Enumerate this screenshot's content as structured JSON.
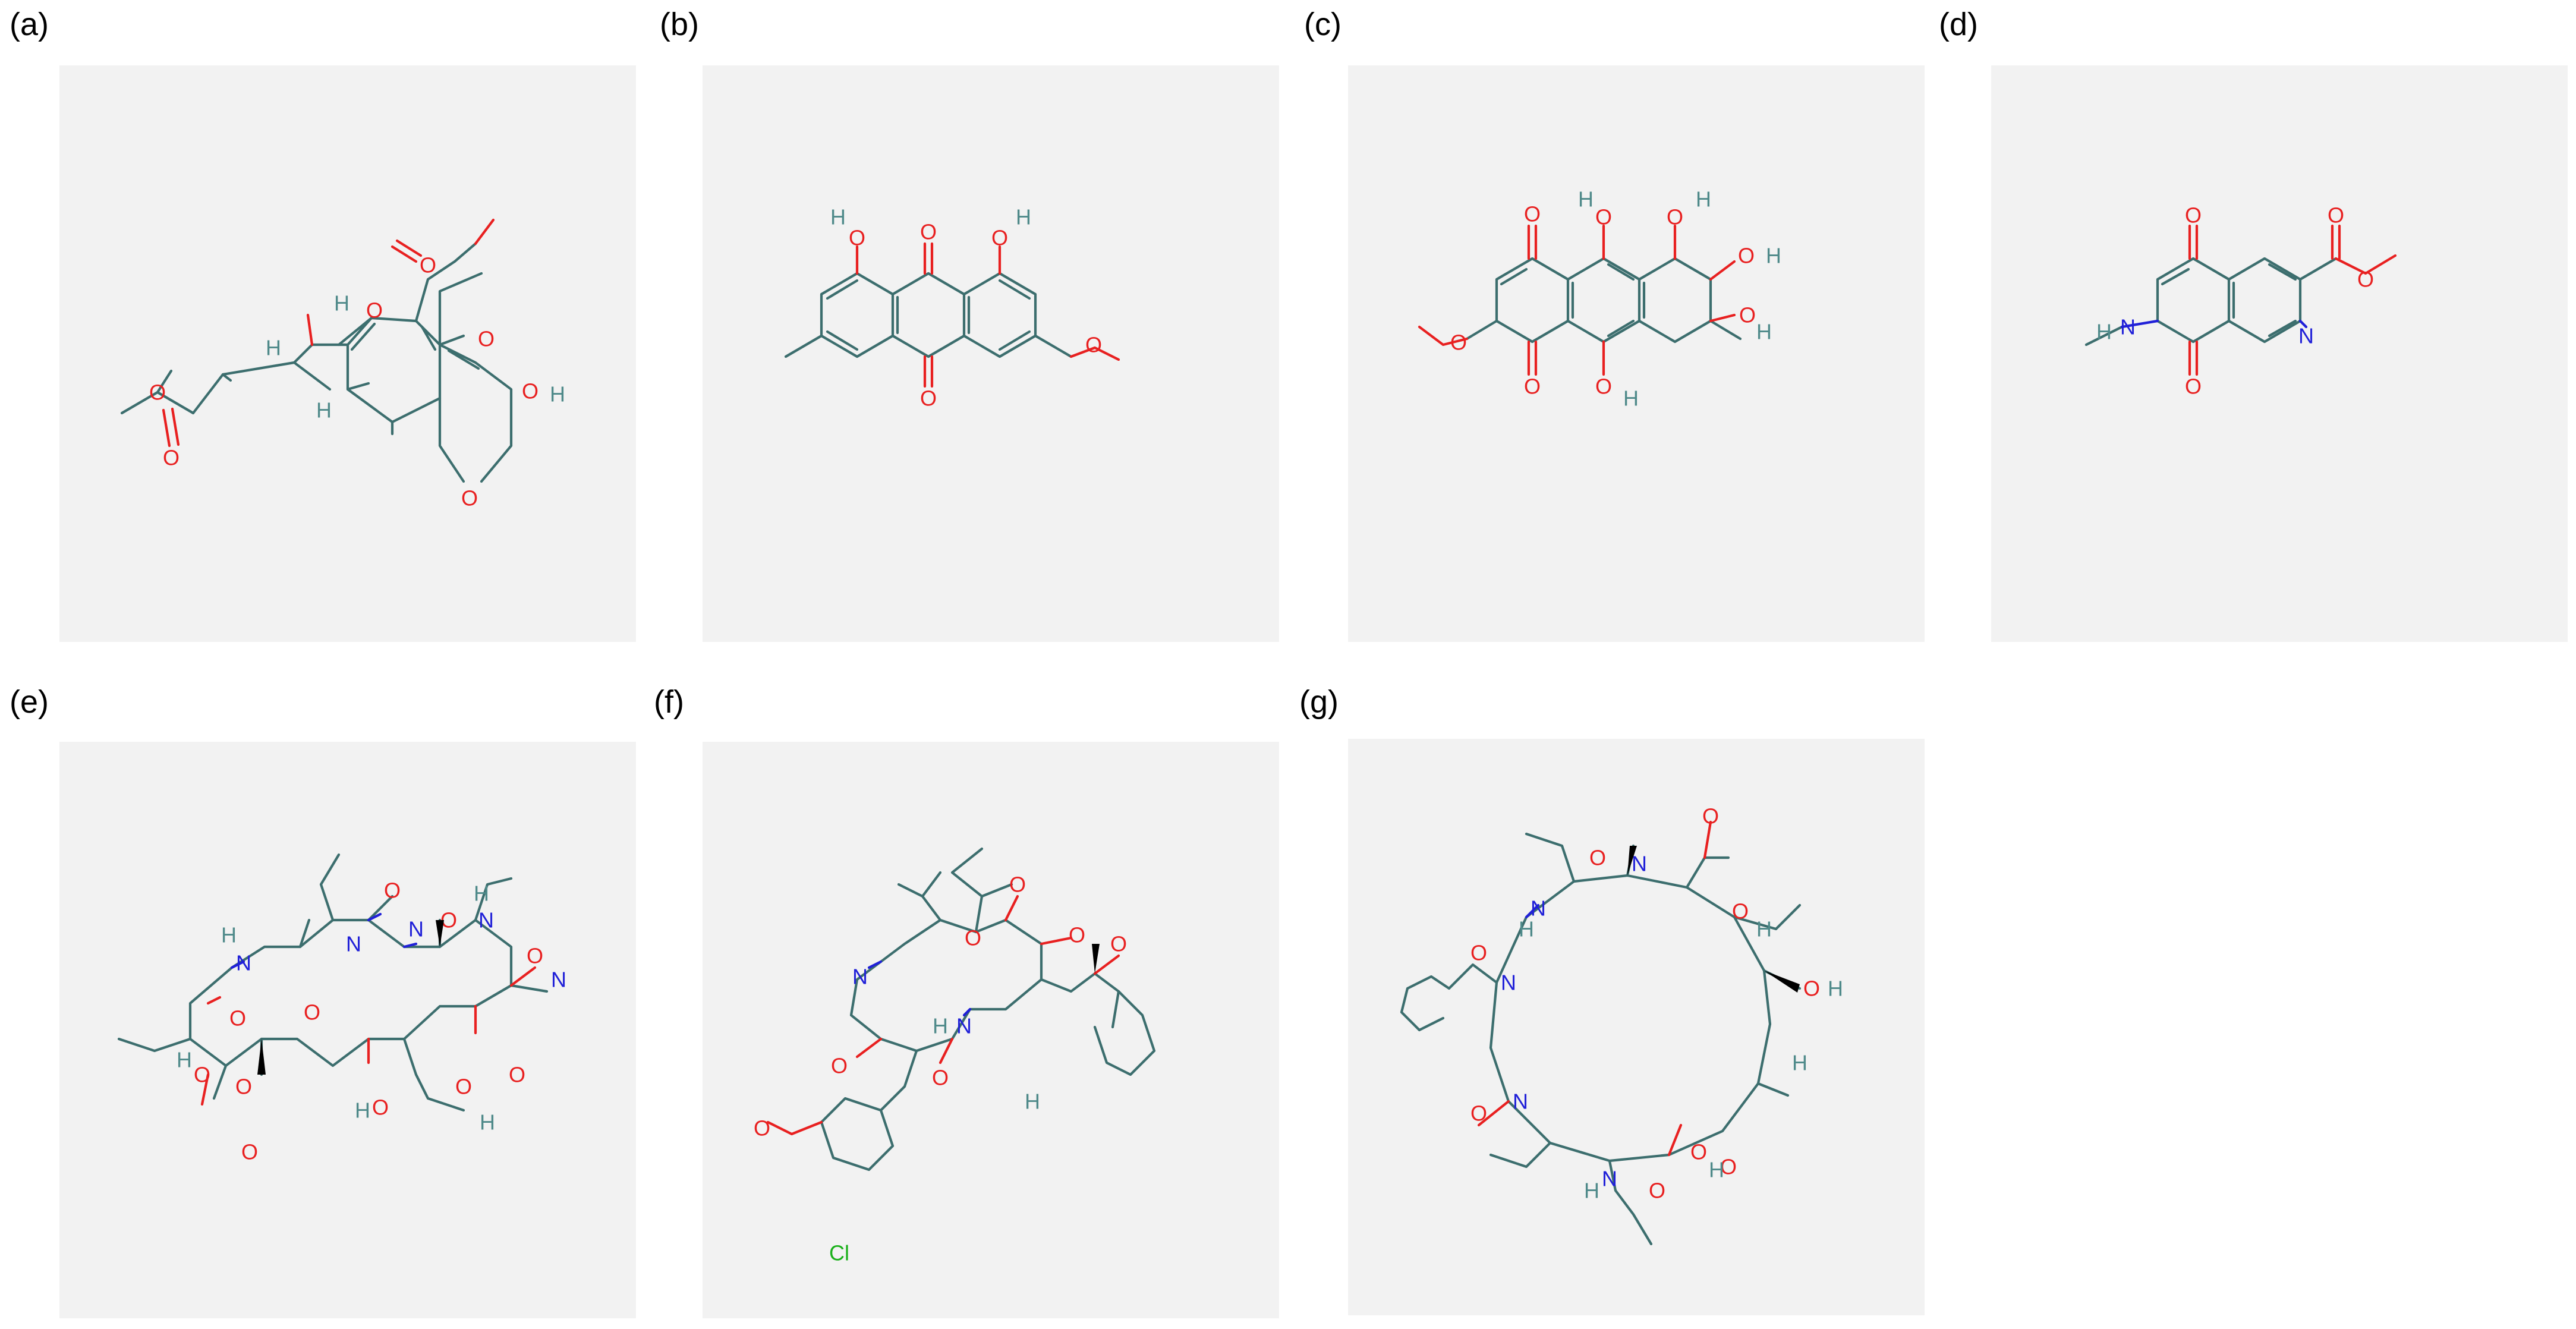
{
  "panels": [
    {
      "label": "(a)"
    },
    {
      "label": "(b)"
    },
    {
      "label": "(c)"
    },
    {
      "label": "(d)"
    },
    {
      "label": "(e)"
    },
    {
      "label": "(f)"
    },
    {
      "label": "(g)"
    }
  ],
  "colors": {
    "carbon_bond": "#3c6e6e",
    "oxygen": "#e82020",
    "nitrogen": "#2020d8",
    "hydrogen": "#4f8a8a",
    "chlorine": "#19b019",
    "frame_bg": "#f2f2f2"
  },
  "atoms": {
    "O": "O",
    "H": "H",
    "N": "N",
    "Cl": "Cl",
    "OH": "OH",
    "HO": "HO",
    "NH": "N"
  }
}
